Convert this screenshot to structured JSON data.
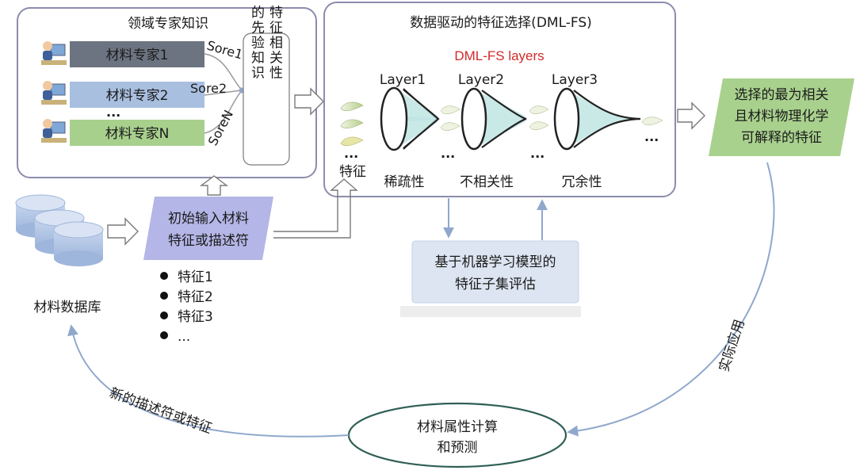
{
  "expert_panel": {
    "title": "领域专家知识",
    "experts": [
      "材料专家1",
      "材料专家2",
      "材料专家N"
    ],
    "ellipsis": "...",
    "scores": [
      "Sore1",
      "Sore2",
      "SoreN"
    ],
    "prior_knowledge": "特征相关性的先验知识"
  },
  "dml_panel": {
    "title": "数据驱动的特征选择(DML-FS)",
    "subtitle": "DML-FS layers",
    "layers": [
      "Layer1",
      "Layer2",
      "Layer3"
    ],
    "input_label": "特征",
    "properties": [
      "稀疏性",
      "不相关性",
      "冗余性"
    ],
    "ellipsis": "..."
  },
  "output_box": {
    "lines": [
      "选择的最为相关",
      "且材料物理化学",
      "可解释的特征"
    ]
  },
  "input_box": {
    "lines": [
      "初始输入材料",
      "特征或描述符"
    ]
  },
  "feature_list": {
    "items": [
      "特征1",
      "特征2",
      "特征3",
      "..."
    ]
  },
  "database": {
    "label": "材料数据库"
  },
  "evaluation_box": {
    "lines": [
      "基于机器学习模型的",
      "特征子集评估"
    ]
  },
  "prediction": {
    "lines": [
      "材料属性计算",
      "和预测"
    ]
  },
  "arc_labels": {
    "right": "实际应用",
    "left": "新的描述符或特征"
  },
  "colors": {
    "panel_border": "#8c8cae",
    "expert1": "#6d7481",
    "expert2": "#a9bfe0",
    "expertN": "#a8d08d",
    "input_box": "#b3b6e6",
    "output_box": "#a9d18e",
    "eval_box": "#dce5f1",
    "funnel_fill": "#bfe5e3",
    "dml_subtitle": "#d42a2a",
    "connector": "#8fa8cc",
    "prediction_border": "#2f5f55"
  }
}
